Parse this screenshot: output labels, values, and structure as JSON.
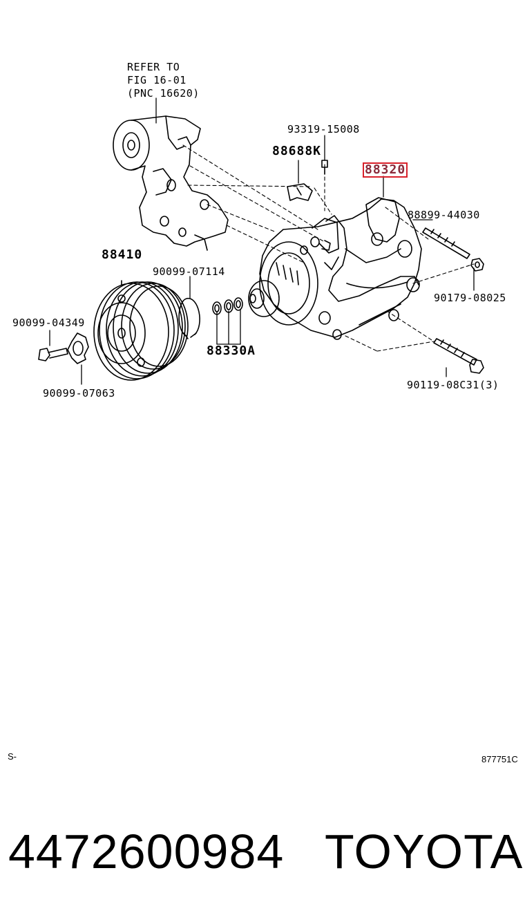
{
  "refer_note": [
    "REFER TO",
    "FIG 16-01",
    "(PNC 16620)"
  ],
  "labels": {
    "p93319": "93319-15008",
    "p88688k": "88688K",
    "p88320": "88320",
    "p88899": "88899-44030",
    "p88410": "88410",
    "p90099_07114": "90099-07114",
    "p90179": "90179-08025",
    "p90099_04349": "90099-04349",
    "p88330a": "88330A",
    "p90099_07063": "90099-07063",
    "p90119": "90119-08C31(3)"
  },
  "highlight_color": "#d9202a",
  "corner_left": "S-",
  "corner_right": "877751C",
  "part_number": "4472600984",
  "brand": "TOYOTA"
}
